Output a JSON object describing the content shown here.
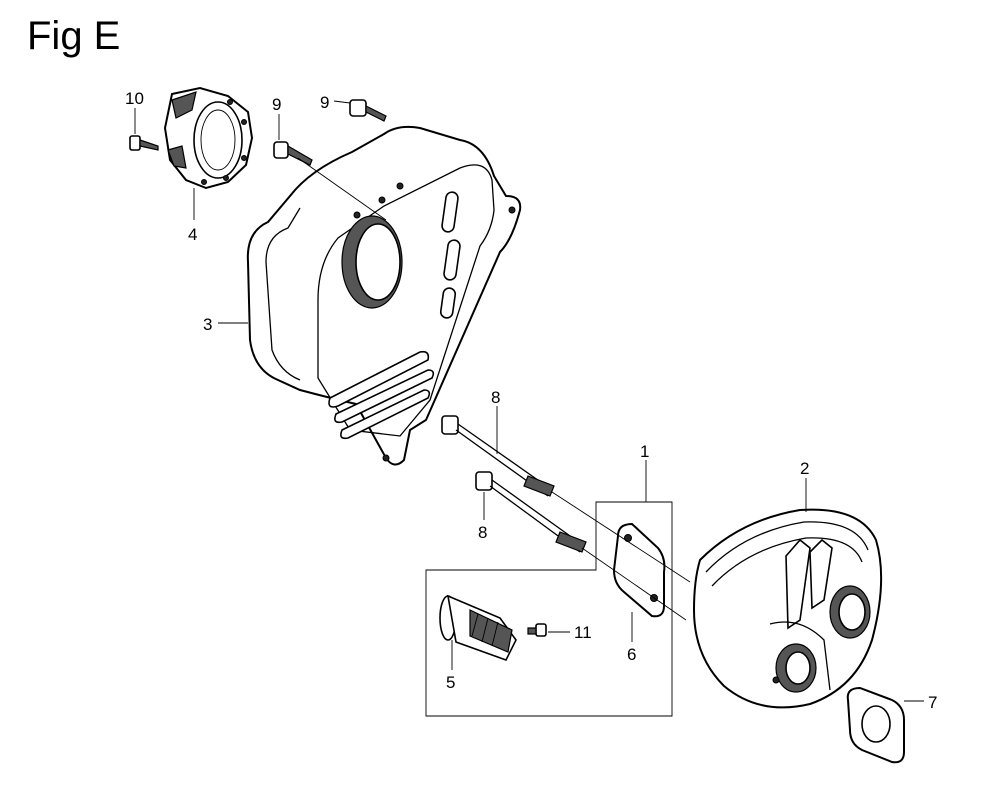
{
  "figure": {
    "title": "Fig E"
  },
  "callouts": {
    "c1": "1",
    "c2": "2",
    "c3": "3",
    "c4": "4",
    "c5": "5",
    "c6": "6",
    "c7": "7",
    "c8a": "8",
    "c8b": "8",
    "c9a": "9",
    "c9b": "9",
    "c10": "10",
    "c11": "11"
  }
}
